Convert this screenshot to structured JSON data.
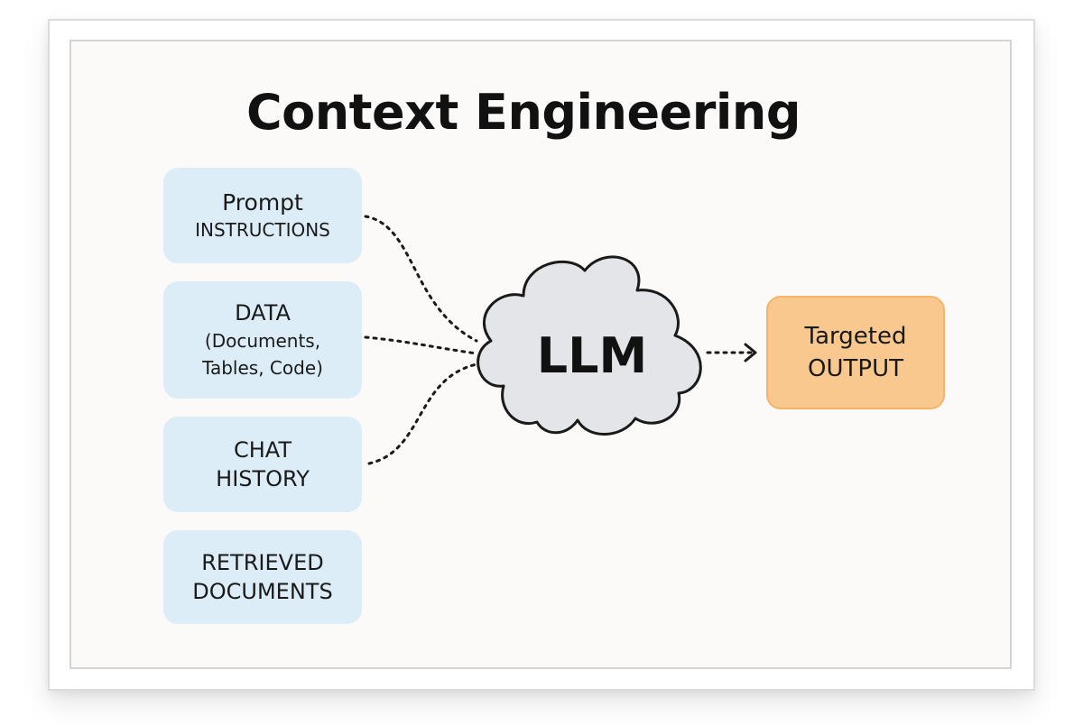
{
  "title": "Context Engineering",
  "inputs": {
    "prompt": {
      "line1": "Prompt",
      "line2": "INSTRUCTIONS"
    },
    "data": {
      "line1": "DATA",
      "line2": "(Documents,",
      "line3": "Tables, Code)"
    },
    "chat": {
      "line1": "CHAT",
      "line2": "HISTORY"
    },
    "retrieved": {
      "line1": "RETRIEVED",
      "line2": "DOCUMENTS"
    }
  },
  "model": {
    "label": "LLM"
  },
  "output": {
    "line1": "Targeted",
    "line2": "OUTPUT"
  },
  "colors": {
    "input_box": "#dcedf8",
    "output_box": "#f9c88f",
    "cloud_fill": "#e3e5e8",
    "background": "#fbfaf8"
  }
}
